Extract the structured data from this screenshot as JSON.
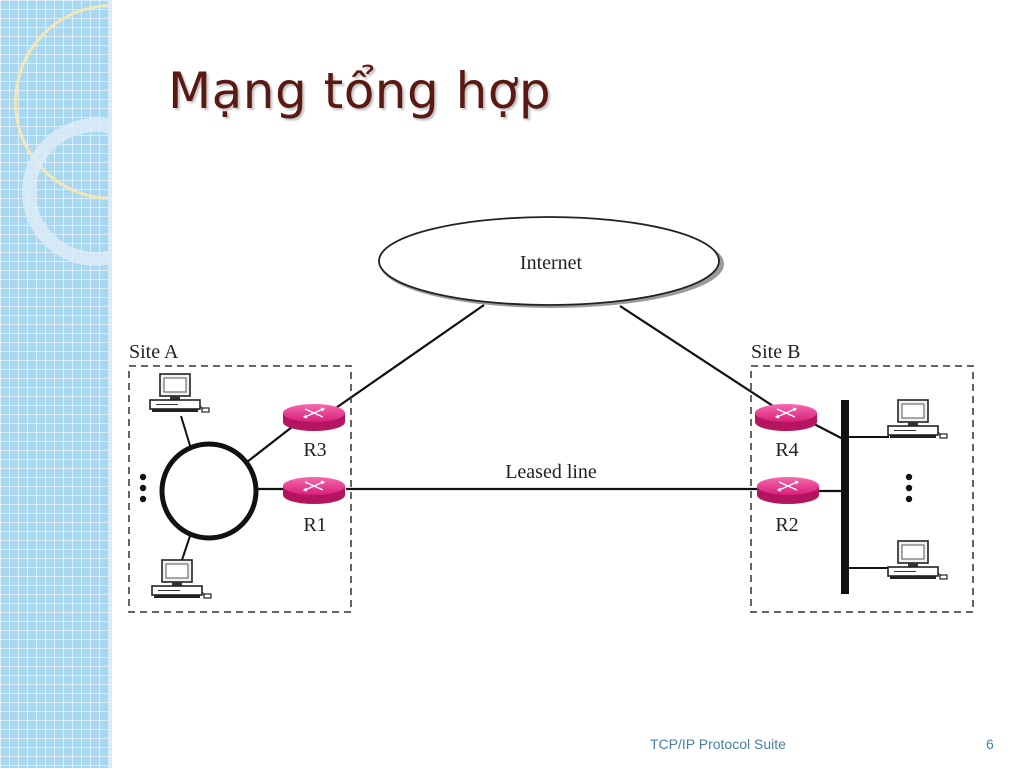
{
  "slide": {
    "title": "Mạng tổng hợp",
    "footer": "TCP/IP Protocol Suite",
    "number": "6"
  },
  "diagram": {
    "cloud_label": "Internet",
    "site_a_label": "Site A",
    "site_b_label": "Site B",
    "link_label": "Leased line",
    "routers": {
      "r1": "R1",
      "r2": "R2",
      "r3": "R3",
      "r4": "R4"
    },
    "router_color": "#e8308a"
  }
}
